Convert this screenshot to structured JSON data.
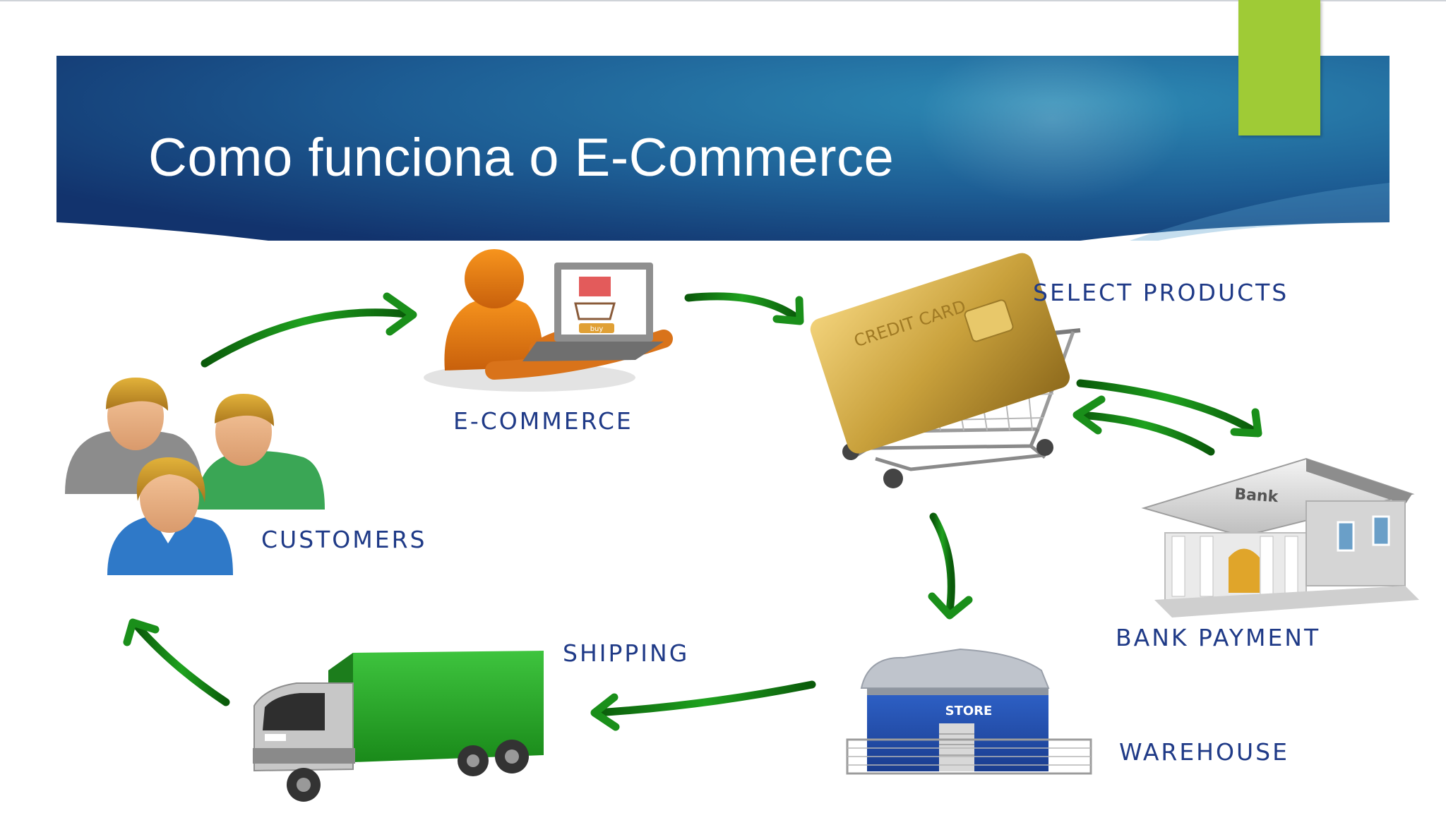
{
  "slide": {
    "title": "Como funciona o E-Commerce",
    "colors": {
      "banner_dark": "#12336d",
      "banner_light": "#2d8bb5",
      "accent": "#9fcb36",
      "label": "#1f3a87",
      "arrow": "#1fa21f"
    }
  },
  "diagram": {
    "labels": {
      "customers": "CUSTOMERS",
      "ecommerce": "E-COMMERCE",
      "select_products": "SELECT PRODUCTS",
      "bank_payment": "BANK PAYMENT",
      "warehouse": "WAREHOUSE",
      "shipping": "SHIPPING"
    },
    "icon_text": {
      "card": "CREDIT CARD",
      "bank": "Bank",
      "store": "STORE",
      "buy": "buy"
    }
  }
}
